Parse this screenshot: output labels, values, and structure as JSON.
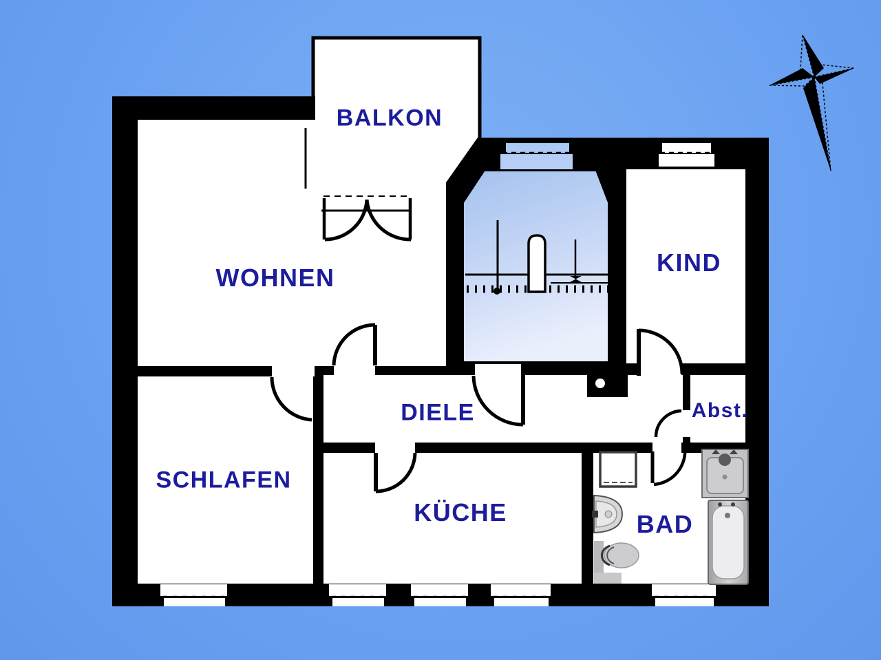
{
  "page": {
    "type": "apartment-floor-plan",
    "orientation_marker": "compass-north-arrow"
  },
  "colors": {
    "background": "#6ba2f1",
    "wall": "#000000",
    "room_fill": "#ffffff",
    "label_text": "#1c1c9c",
    "stairwell_fill_top": "#a3c2ef",
    "stairwell_fill_bottom": "#eaeffc",
    "stair_window_fill": "#aac9f5",
    "fixture_gray": "#c6c6c9"
  },
  "rooms": [
    {
      "id": "balkon",
      "label": "BALKON"
    },
    {
      "id": "wohnen",
      "label": "WOHNEN"
    },
    {
      "id": "kind",
      "label": "KIND"
    },
    {
      "id": "diele",
      "label": "DIELE"
    },
    {
      "id": "schlafen",
      "label": "SCHLAFEN"
    },
    {
      "id": "kueche",
      "label": "KÜCHE"
    },
    {
      "id": "bad",
      "label": "BAD"
    },
    {
      "id": "abst",
      "label": "Abst."
    }
  ],
  "fixtures": [
    {
      "name": "washing-machine"
    },
    {
      "name": "hand-basin"
    },
    {
      "name": "toilet"
    },
    {
      "name": "shower"
    },
    {
      "name": "bathtub"
    },
    {
      "name": "staircase"
    }
  ],
  "doors": [
    {
      "name": "balcony-double-door"
    },
    {
      "name": "wohnen-door"
    },
    {
      "name": "schlafen-door"
    },
    {
      "name": "kueche-door"
    },
    {
      "name": "entry-door"
    },
    {
      "name": "kind-door"
    },
    {
      "name": "abst-door"
    },
    {
      "name": "bad-door"
    }
  ]
}
